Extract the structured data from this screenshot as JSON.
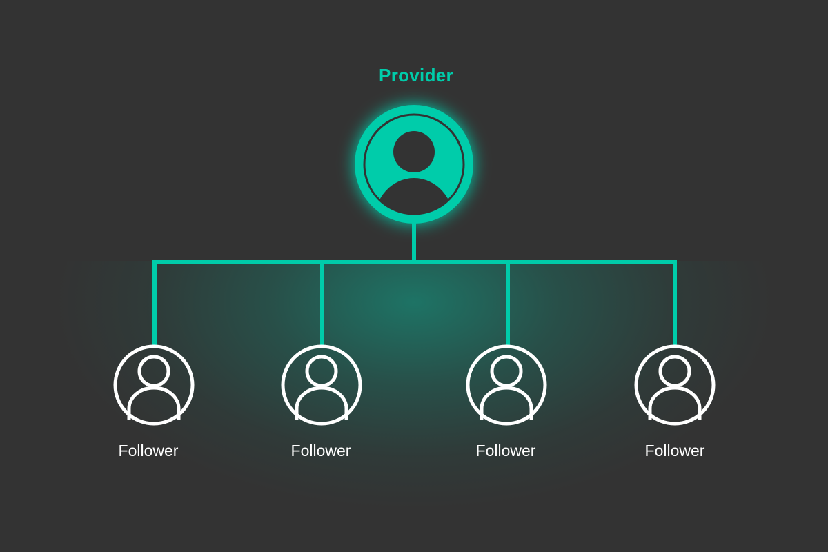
{
  "colors": {
    "background": "#333333",
    "accent": "#00CCAA",
    "outline": "#FFFFFF"
  },
  "provider": {
    "label": "Provider",
    "icon": "person-icon"
  },
  "followers": [
    {
      "label": "Follower",
      "icon": "person-outline-icon"
    },
    {
      "label": "Follower",
      "icon": "person-outline-icon"
    },
    {
      "label": "Follower",
      "icon": "person-outline-icon"
    },
    {
      "label": "Follower",
      "icon": "person-outline-icon"
    }
  ]
}
